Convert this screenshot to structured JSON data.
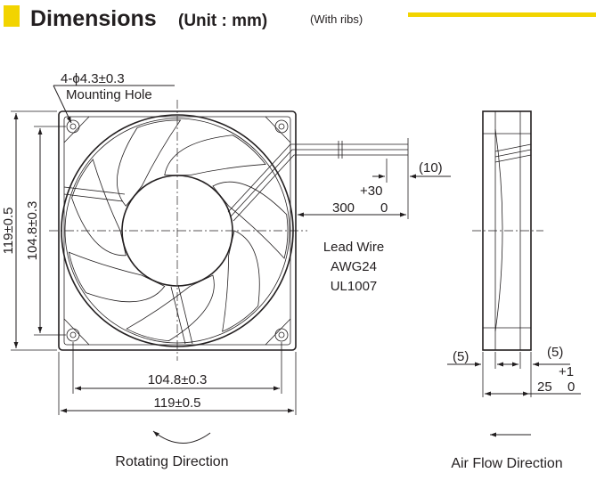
{
  "header": {
    "title": "Dimensions",
    "unit": "(Unit : mm)",
    "note": "(With ribs)",
    "accent_color": "#f2d400"
  },
  "callouts": {
    "hole_spec": "4-ϕ4.3±0.3",
    "hole_label": "Mounting Hole"
  },
  "front_view": {
    "height_outer": "119±0.5",
    "height_inner": "104.8±0.3",
    "width_inner": "104.8±0.3",
    "width_outer": "119±0.5"
  },
  "lead_wire": {
    "offset": "(10)",
    "tol_plus": "+30",
    "length": "300",
    "tol_minus": "0",
    "label_line1": "Lead Wire",
    "label_line2": "AWG24",
    "label_line3": "UL1007"
  },
  "side_view": {
    "rib_left": "(5)",
    "rib_right": "(5)",
    "tol_plus": "+1",
    "depth": "25",
    "tol_minus": "0"
  },
  "captions": {
    "rotation": "Rotating Direction",
    "airflow": "Air Flow Direction"
  }
}
